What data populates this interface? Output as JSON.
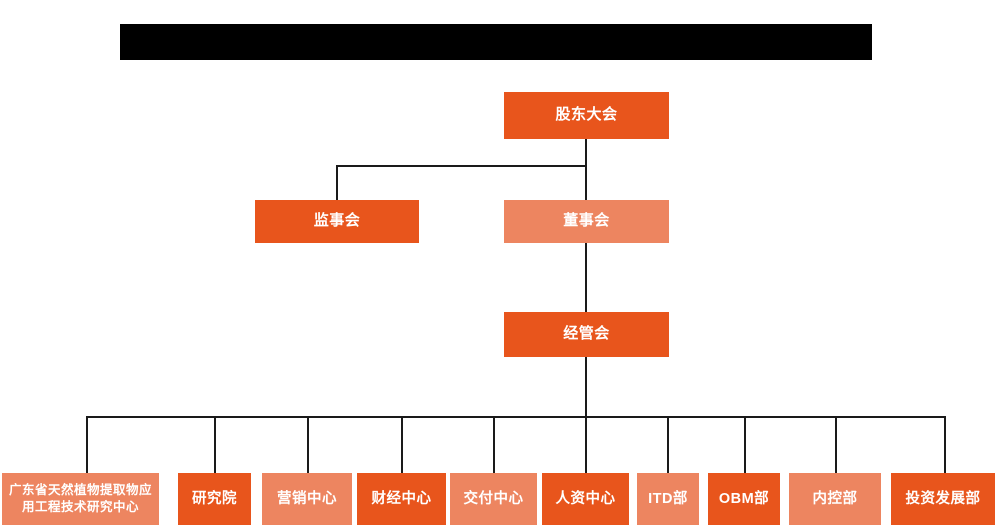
{
  "page": {
    "title_bar": {
      "name": "redacted-title-bar",
      "text": "",
      "color": "#000000"
    },
    "background_color": "#ffffff"
  },
  "palette": {
    "dark_orange": "#E8551C",
    "light_orange": "#ED8560",
    "line_color": "#1a1a1a",
    "text_color": "#ffffff"
  },
  "chart_data": {
    "type": "diagram",
    "subtype": "org-chart",
    "title": "",
    "orientation": "top-down",
    "levels": 4,
    "nodes": [
      {
        "id": "n1",
        "label": "股东大会",
        "level": 1,
        "tone": "dark",
        "parent": null
      },
      {
        "id": "n2",
        "label": "监事会",
        "level": 2,
        "tone": "dark",
        "parent": "n1"
      },
      {
        "id": "n3",
        "label": "董事会",
        "level": 2,
        "tone": "light",
        "parent": "n1"
      },
      {
        "id": "n4",
        "label": "经管会",
        "level": 3,
        "tone": "dark",
        "parent": "n3"
      },
      {
        "id": "n5",
        "label": "广东省天然植物提取物应\n用工程技术研究中心",
        "level": 4,
        "tone": "light",
        "parent": "n4"
      },
      {
        "id": "n6",
        "label": "研究院",
        "level": 4,
        "tone": "dark",
        "parent": "n4"
      },
      {
        "id": "n7",
        "label": "营销中心",
        "level": 4,
        "tone": "light",
        "parent": "n4"
      },
      {
        "id": "n8",
        "label": "财经中心",
        "level": 4,
        "tone": "dark",
        "parent": "n4"
      },
      {
        "id": "n9",
        "label": "交付中心",
        "level": 4,
        "tone": "light",
        "parent": "n4"
      },
      {
        "id": "n10",
        "label": "人资中心",
        "level": 4,
        "tone": "dark",
        "parent": "n4"
      },
      {
        "id": "n11",
        "label": "ITD部",
        "level": 4,
        "tone": "light",
        "parent": "n4"
      },
      {
        "id": "n12",
        "label": "OBM部",
        "level": 4,
        "tone": "dark",
        "parent": "n4"
      },
      {
        "id": "n13",
        "label": "内控部",
        "level": 4,
        "tone": "light",
        "parent": "n4"
      },
      {
        "id": "n14",
        "label": "投资发展部",
        "level": 4,
        "tone": "dark",
        "parent": "n4"
      }
    ]
  },
  "nodes": {
    "shareholders_meeting": "股东大会",
    "board_of_supervisors": "监事会",
    "board_of_directors": "董事会",
    "management_committee": "经管会",
    "dept_1": "广东省天然植物提取物应\n用工程技术研究中心",
    "dept_2": "研究院",
    "dept_3": "营销中心",
    "dept_4": "财经中心",
    "dept_5": "交付中心",
    "dept_6": "人资中心",
    "dept_7": "ITD部",
    "dept_8": "OBM部",
    "dept_9": "内控部",
    "dept_10": "投资发展部"
  }
}
